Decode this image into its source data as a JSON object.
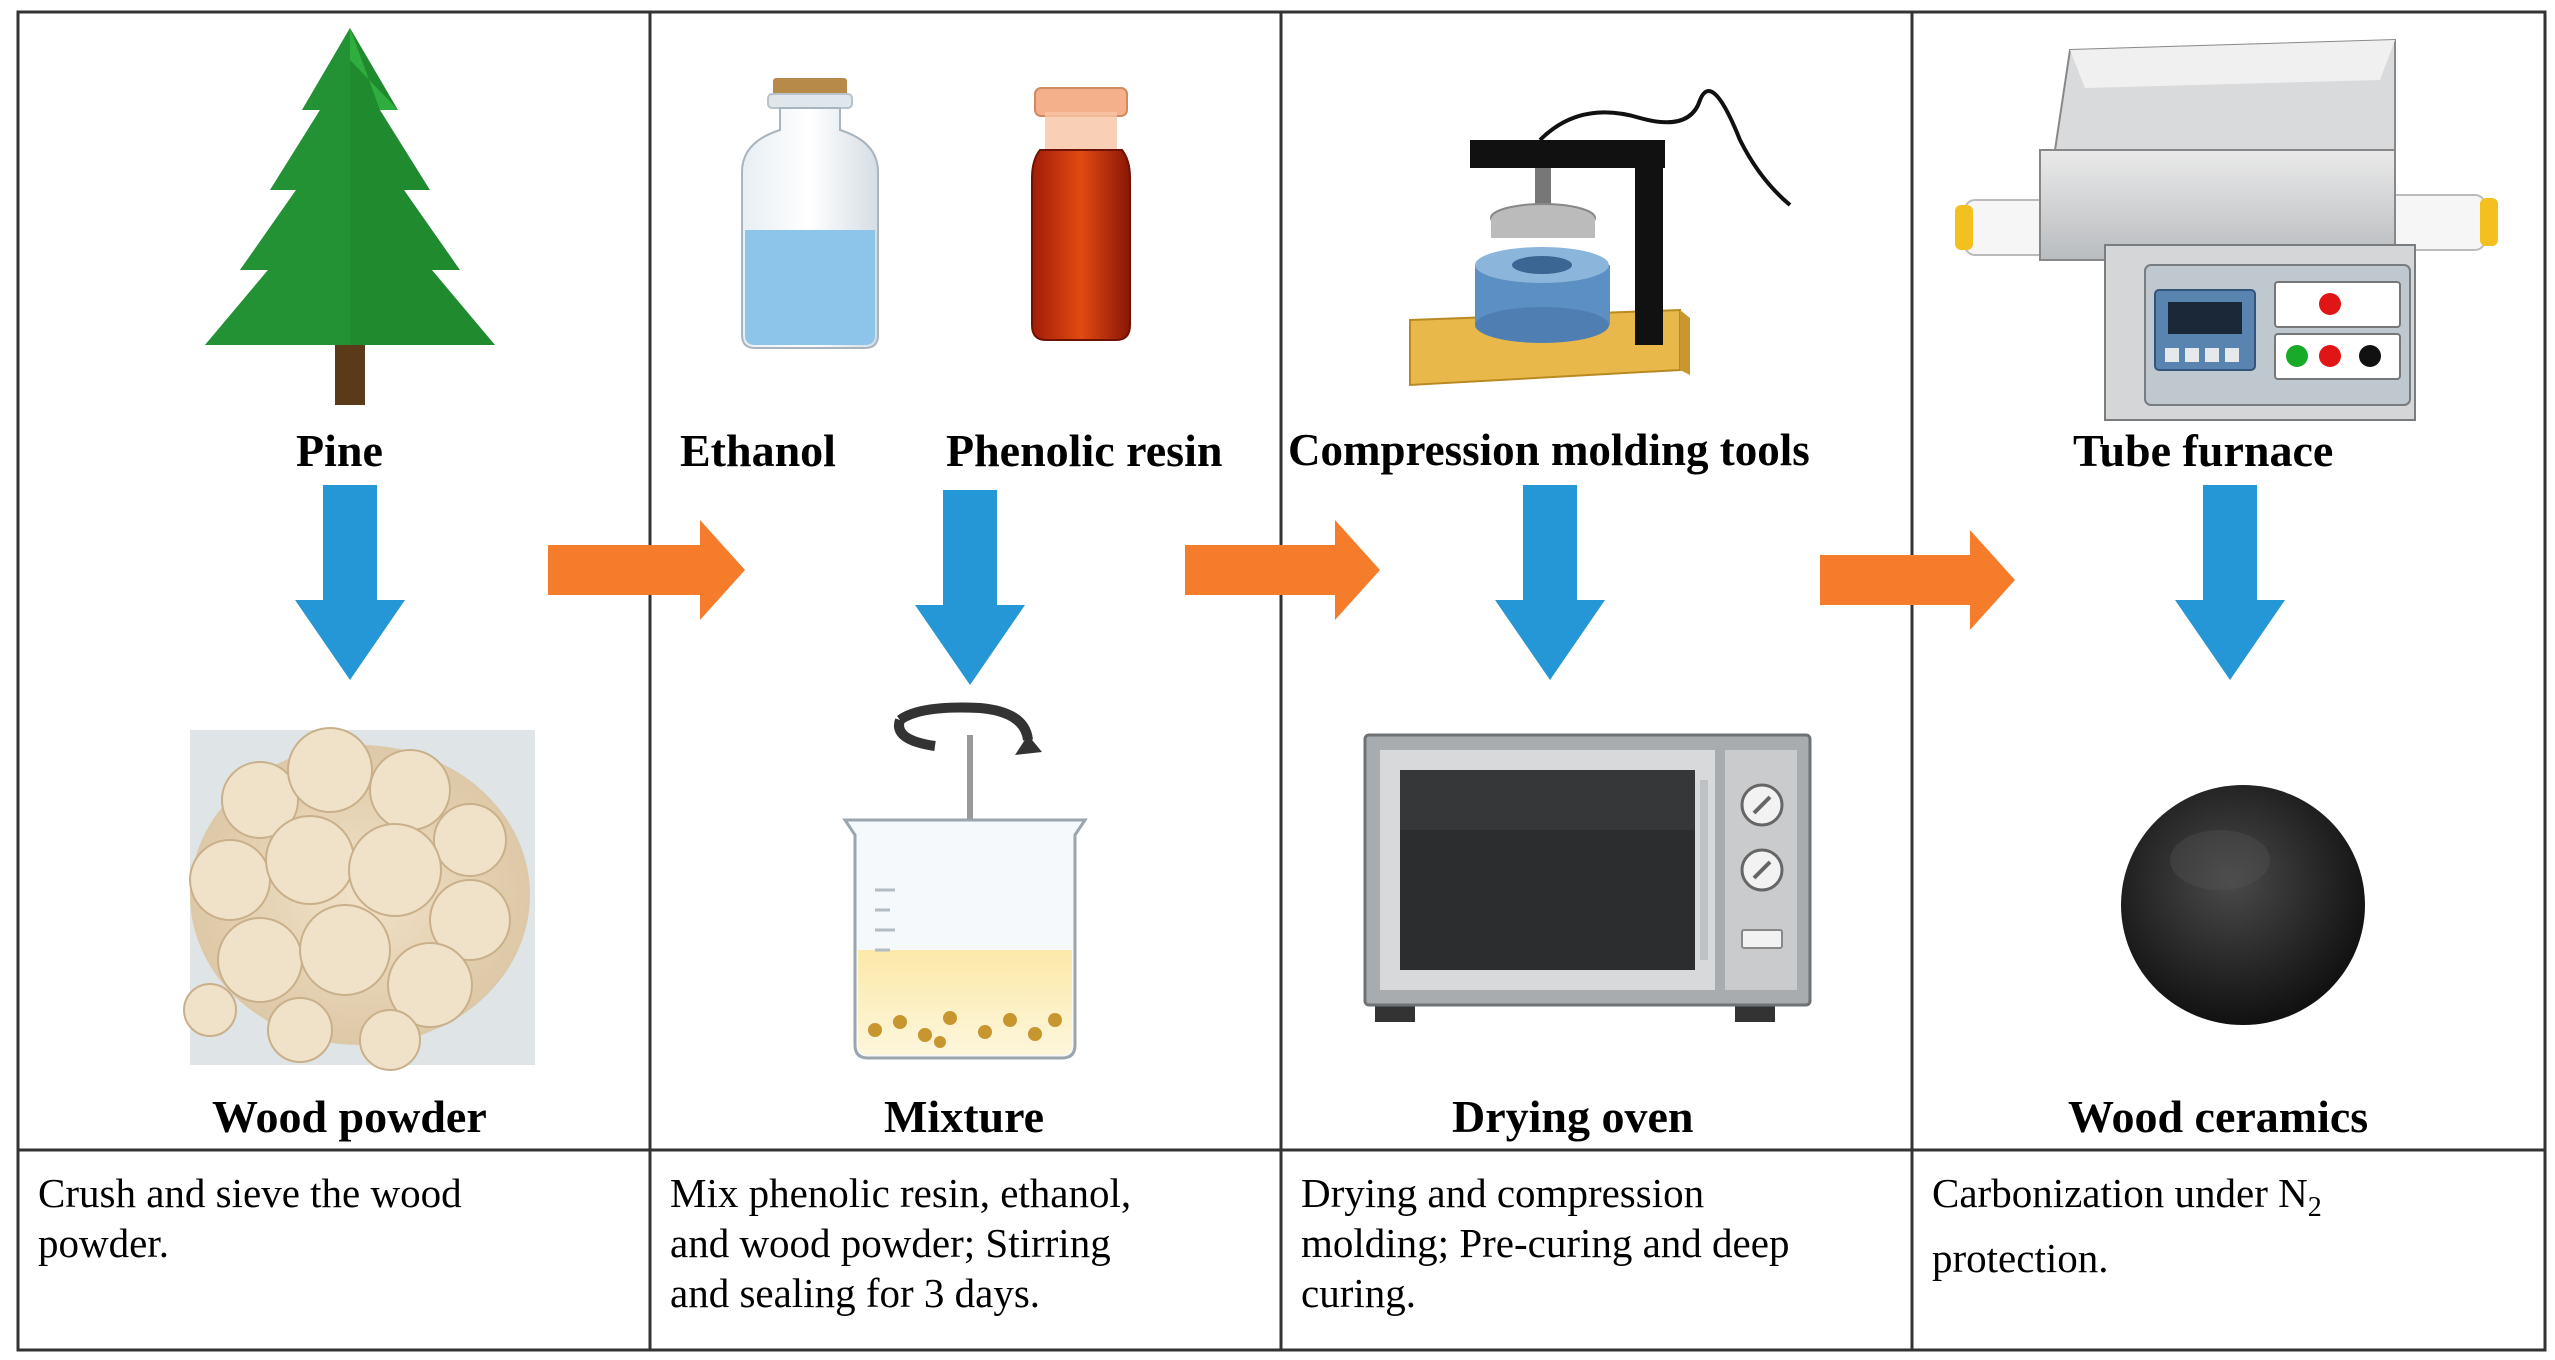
{
  "columns": [
    {
      "top_labels": [
        "Pine"
      ],
      "bottom_label": "Wood powder",
      "description": [
        "Crush and sieve the wood",
        "powder."
      ]
    },
    {
      "top_labels": [
        "Ethanol",
        "Phenolic resin"
      ],
      "bottom_label": "Mixture",
      "description": [
        "Mix phenolic resin, ethanol,",
        "and wood powder; Stirring",
        "and sealing for 3 days."
      ]
    },
    {
      "top_labels": [
        "Compression molding tools"
      ],
      "bottom_label": "Drying oven",
      "description": [
        "Drying and compression",
        "molding; Pre-curing and deep",
        "curing."
      ]
    },
    {
      "top_labels": [
        "Tube furnace"
      ],
      "bottom_label": "Wood ceramics",
      "description": [
        "Carbonization under N",
        "protection."
      ],
      "description_subscript": "2"
    }
  ],
  "colors": {
    "down_arrow": "#2596d6",
    "right_arrow": "#f57c2a",
    "border": "#333333"
  }
}
